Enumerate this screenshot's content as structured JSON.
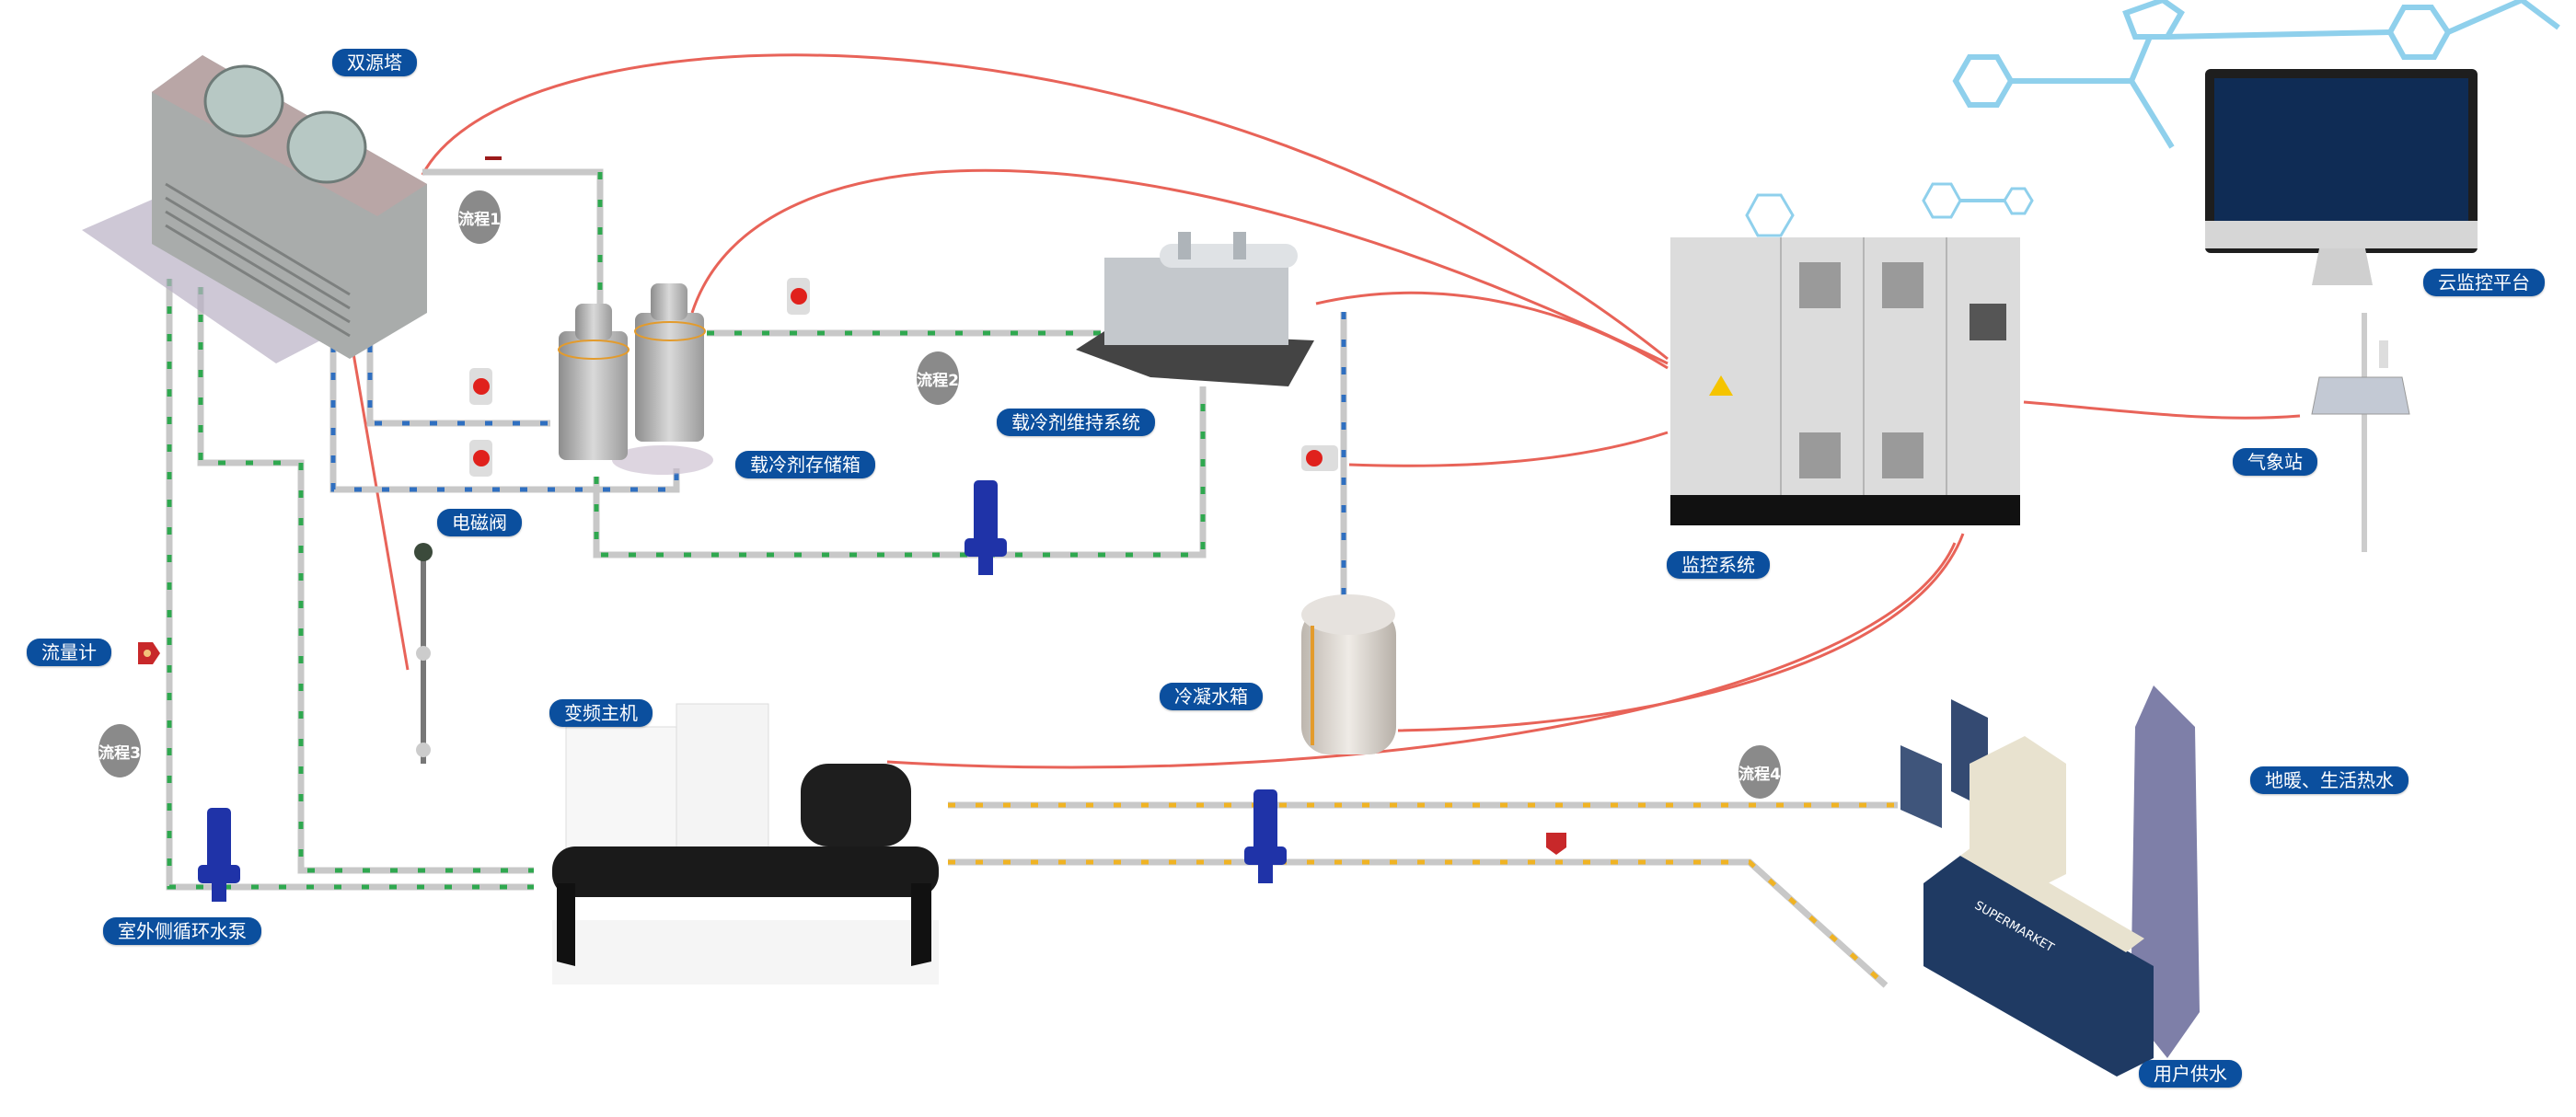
{
  "labels": {
    "tower": "双源塔",
    "storage_tank": "载冷剂存储箱",
    "maintain_system": "载冷剂维持系统",
    "solenoid_valve": "电磁阀",
    "flow_meter": "流量计",
    "outdoor_pump": "室外侧循环水泵",
    "chiller": "变频主机",
    "condensate_tank": "冷凝水箱",
    "monitoring_system": "监控系统",
    "cloud_platform": "云监控平台",
    "weather_station": "气象站",
    "floor_heating": "地暖、生活热水",
    "user_supply": "用户供水"
  },
  "steps": [
    "流程1",
    "流程2",
    "流程3",
    "流程4"
  ],
  "building_sign": "SUPERMARKET",
  "colors": {
    "label_bg": "#0b4f9e",
    "step_bg": "#8a8a8a",
    "signal_wire": "#e4483c",
    "pipe": "#c8c8c8",
    "flow_green": "#2fa84f",
    "flow_blue": "#2f6fc0",
    "flow_yellow": "#f0b323",
    "hexagon": "#8fd0ec"
  }
}
